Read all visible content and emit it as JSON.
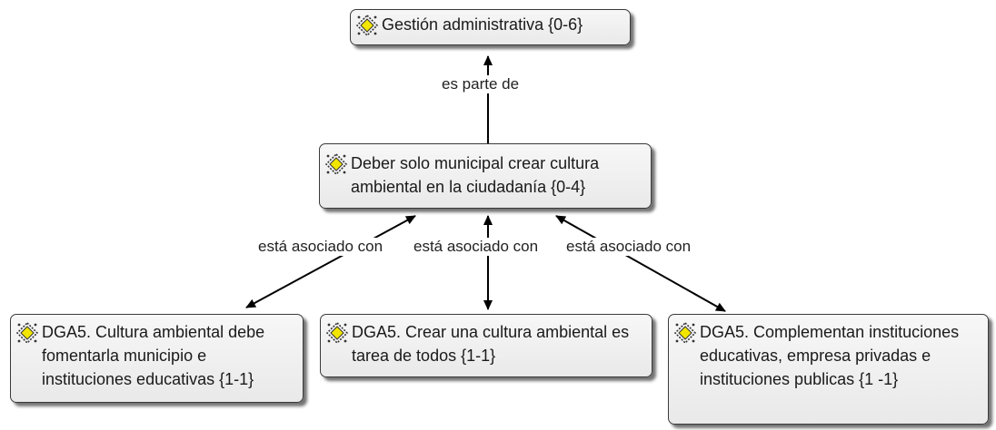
{
  "nodes": {
    "gestion": "Gestión administrativa {0-6}",
    "deber": "Deber solo municipal crear cultura ambiental en la ciudadanía {0-4}",
    "dga5_cultura": "DGA5. Cultura ambiental debe fomentarla municipio e instituciones educativas {1-1}",
    "dga5_crear": "DGA5. Crear una cultura ambiental es tarea de todos {1-1}",
    "dga5_complementan": "DGA5. Complementan instituciones educativas, empresa privadas e instituciones publicas {1 -1}"
  },
  "edges": {
    "es_parte_de": "es parte de",
    "asociado_1": "está asociado con",
    "asociado_2": "está asociado con",
    "asociado_3": "está asociado con"
  },
  "icon": "code-node-icon",
  "colors": {
    "icon_fill": "#f2e600",
    "icon_outline": "#333333",
    "node_bg": "#eeeeee"
  }
}
